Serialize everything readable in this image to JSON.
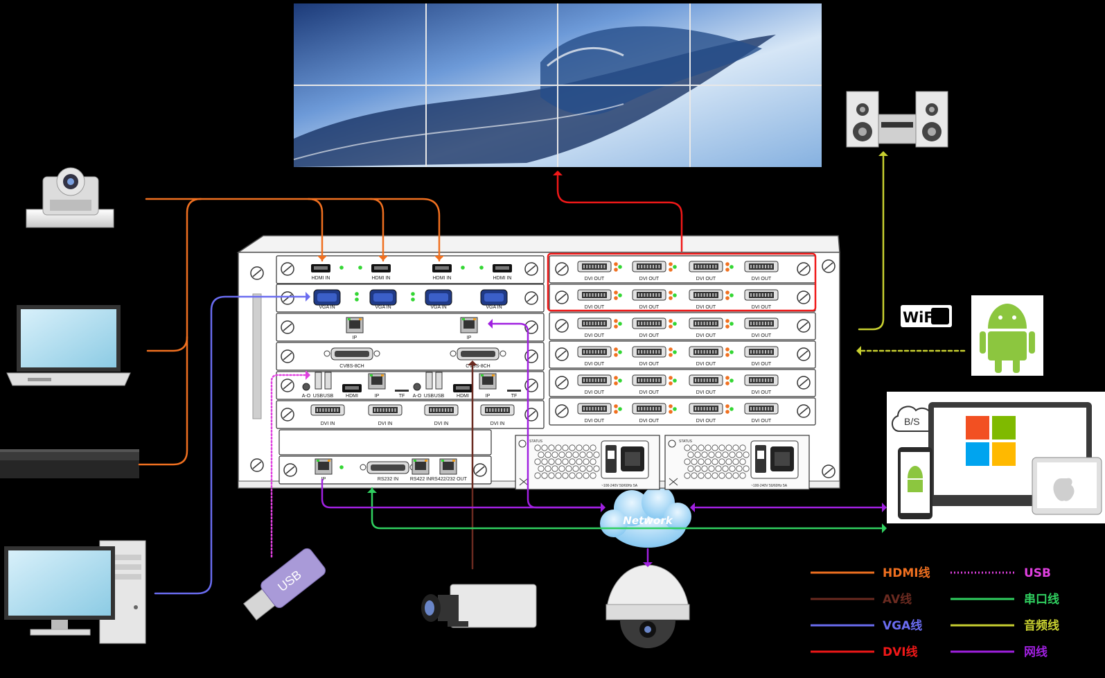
{
  "chassis": {
    "hdmi_in_label": "HDMI IN",
    "vga_in_label": "VGA IN",
    "ip_label": "IP",
    "cvbs_label": "CVBS-8CH",
    "usb_label": "USB",
    "ao_label": "A-O",
    "hdmi_label": "HDMI",
    "tf_label": "TF",
    "dvi_in_label": "DVI IN",
    "dvi_out_label": "DVI OUT",
    "rs232_in_label": "RS232 IN",
    "rs422_in_label": "RS422 IN",
    "rs422_out_label": "RS422/232 OUT",
    "status_label": "STATUS",
    "psu_rating": "~100-240V 50/60Hz 5A"
  },
  "network_label": "Network",
  "wifi_label": "WiFi",
  "bs_label": "B/S",
  "usb_stick_label": "USB",
  "legend": [
    {
      "label": "HDMI线",
      "color": "#f07020",
      "style": "solid"
    },
    {
      "label": "USB",
      "color": "#e040e0",
      "style": "dotted"
    },
    {
      "label": "AV线",
      "color": "#6a2a20",
      "style": "solid"
    },
    {
      "label": "串口线",
      "color": "#30d060",
      "style": "solid"
    },
    {
      "label": "VGA线",
      "color": "#6a6cf0",
      "style": "solid"
    },
    {
      "label": "音频线",
      "color": "#c8d030",
      "style": "solid"
    },
    {
      "label": "DVI线",
      "color": "#f01818",
      "style": "solid"
    },
    {
      "label": "网线",
      "color": "#a020e0",
      "style": "solid"
    }
  ],
  "colors": {
    "hdmi": "#f07020",
    "vga": "#6a6cf0",
    "dvi": "#f01818",
    "usb": "#e040e0",
    "av": "#6a2a20",
    "serial": "#30d060",
    "audio": "#c8d030",
    "net": "#a020e0",
    "android": "#8cc63f"
  }
}
